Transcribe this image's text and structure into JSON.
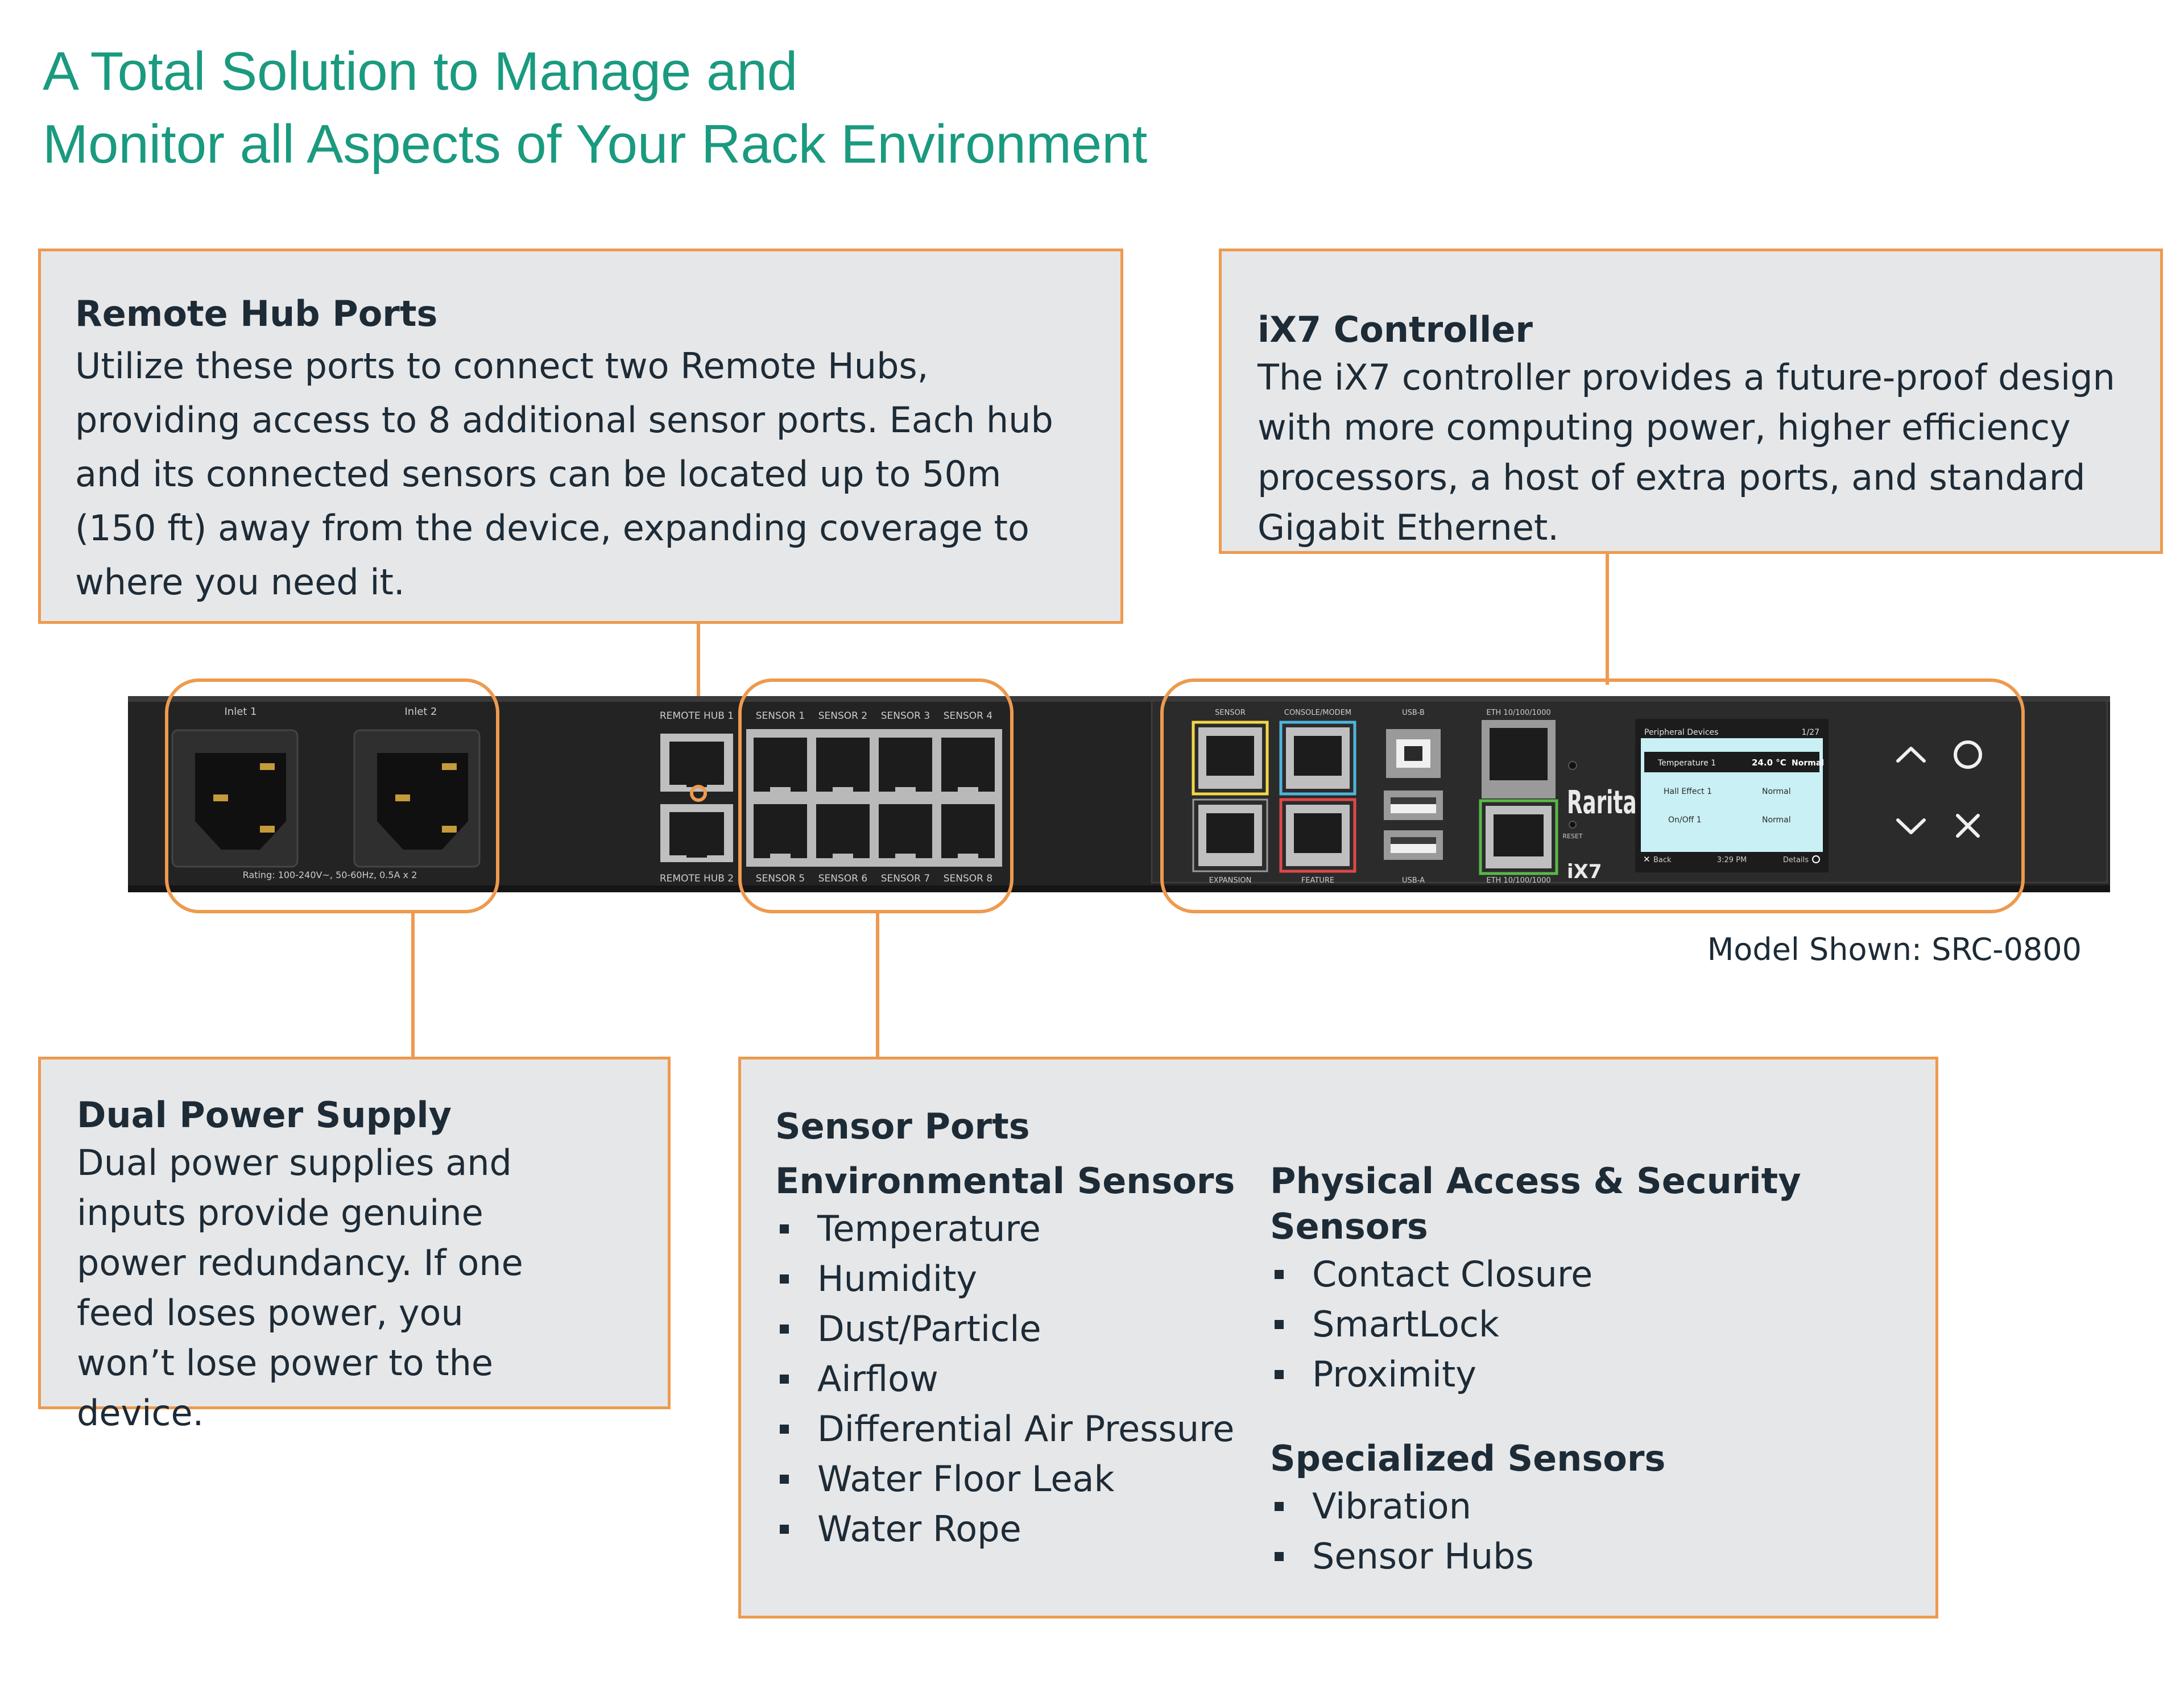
{
  "title": {
    "line1": "A Total Solution to Manage and",
    "line2": "Monitor all Aspects of Your Rack Environment"
  },
  "remote_hub": {
    "heading": "Remote Hub Ports",
    "body": "Utilize these ports to connect two Remote Hubs, providing access to 8 additional sensor ports. Each hub and its connected sensors can be located up to 50m (150 ft) away from the device, expanding coverage to where you need it."
  },
  "controller": {
    "heading": "iX7 Controller",
    "body": "The iX7 controller provides a future-proof design with more computing power, higher efficiency processors, a host of extra ports, and standard Gigabit Ethernet."
  },
  "power": {
    "heading": "Dual Power Supply",
    "body": "Dual power supplies and inputs provide genuine power redundancy. If one feed loses power, you won’t lose power to the device."
  },
  "sensor_ports": {
    "heading": "Sensor Ports",
    "environmental": {
      "heading": "Environmental Sensors",
      "items": [
        "Temperature",
        "Humidity",
        "Dust/Particle",
        "Airflow",
        "Differential Air Pressure",
        "Water Floor Leak",
        "Water Rope"
      ]
    },
    "physical": {
      "heading": "Physical Access & Security Sensors",
      "items": [
        "Contact Closure",
        "SmartLock",
        "Proximity"
      ]
    },
    "specialized": {
      "heading": "Specialized Sensors",
      "items": [
        "Vibration",
        "Sensor Hubs"
      ]
    }
  },
  "model": "Model Shown: SRC-0800",
  "device": {
    "inlet1": "Inlet 1",
    "inlet2": "Inlet 2",
    "rating": "Rating: 100-240V~, 50-60Hz, 0.5A x 2",
    "remote_hub1": "REMOTE HUB 1",
    "remote_hub2": "REMOTE HUB 2",
    "sensor_top": [
      "SENSOR 1",
      "SENSOR 2",
      "SENSOR 3",
      "SENSOR 4"
    ],
    "sensor_bottom": [
      "SENSOR 5",
      "SENSOR 6",
      "SENSOR 7",
      "SENSOR 8"
    ],
    "port_sensor": "SENSOR",
    "port_console": "CONSOLE/MODEM",
    "port_usbb": "USB-B",
    "port_eth1": "ETH 10/100/1000",
    "port_expansion": "EXPANSION",
    "port_feature": "FEATURE",
    "port_usba": "USB-A",
    "port_eth2": "ETH 10/100/1000",
    "reset": "RESET",
    "brand": "Raritan",
    "ix7": "iX7",
    "screen": {
      "header": "Peripheral Devices",
      "page": "1/27",
      "row1_name": "Temperature 1",
      "row1_value": "24.0 °C",
      "row1_state": "Normal",
      "row2_name": "Hall Effect 1",
      "row2_state": "Normal",
      "row3_name": "On/Off 1",
      "row3_state": "Normal",
      "footer_left": "Back",
      "footer_time": "3:29 PM",
      "footer_right": "Details"
    }
  },
  "colors": {
    "title": "#1a9a7f",
    "accent": "#ee9a4e",
    "box_bg": "#e6e7e9",
    "device": "#232323",
    "sensor_port": "#f2d649",
    "console_port": "#4fb4dc",
    "feature_port": "#e04848",
    "eth_port": "#58b848"
  }
}
